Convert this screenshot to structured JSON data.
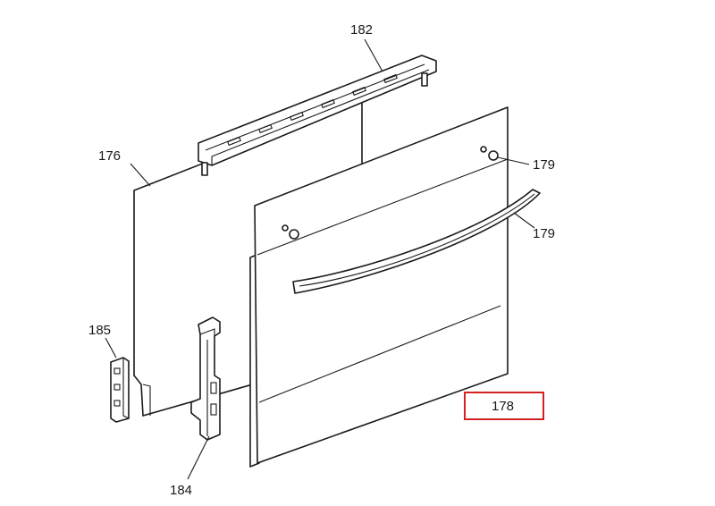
{
  "labels": {
    "top_panel": "182",
    "inner_glass": "176",
    "knob_upper": "179",
    "handle": "179",
    "left_bracket": "185",
    "hinge": "184",
    "outer_door": "178"
  },
  "highlight": {
    "part": "178",
    "color": "#d42020"
  }
}
